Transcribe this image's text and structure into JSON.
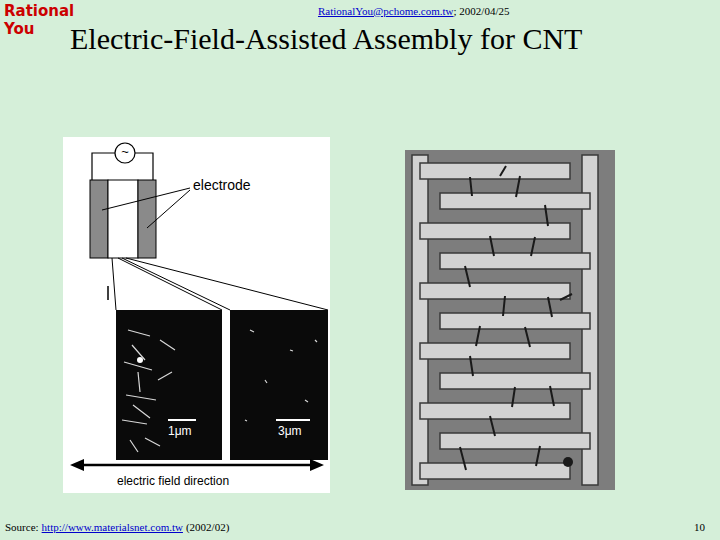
{
  "diagram": {
    "title": "Electric-Field-Assisted Assembly for CNT",
    "labels": [
      "Rational You",
      "RationalYou@pchome.com.tw",
      "; 2002/04/25",
      "~",
      "electrode",
      "1μm",
      "3μm",
      "electric field direction",
      "Source:",
      "http://www.materialsnet.com.tw",
      "(2002/02)",
      "10"
    ]
  }
}
